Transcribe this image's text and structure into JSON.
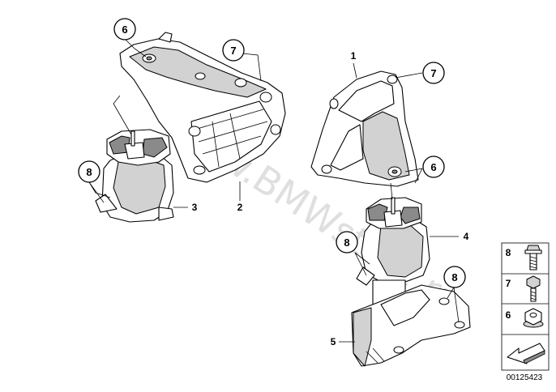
{
  "watermark": "www.BMWstore.ru",
  "callouts": {
    "c6_top": "6",
    "c7_top": "7",
    "c8_left": "8",
    "c1": "1",
    "c7_right": "7",
    "c6_right": "6",
    "c2": "2",
    "c3": "3",
    "c4": "4",
    "c8_mid": "8",
    "c8_right": "8",
    "c5": "5"
  },
  "legend": {
    "items": [
      {
        "number": "8",
        "icon": "hex-flange-bolt-icon"
      },
      {
        "number": "7",
        "icon": "hex-bolt-icon"
      },
      {
        "number": "6",
        "icon": "hex-nut-icon"
      }
    ],
    "arrow_icon": "arrow-icon"
  },
  "reference": "00125423"
}
